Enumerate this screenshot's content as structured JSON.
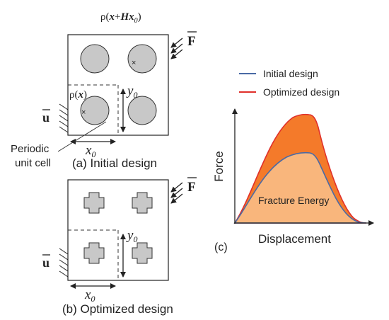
{
  "panel_a": {
    "density_top": {
      "prefix": "ρ(",
      "x": "x",
      "plus": "+",
      "H": "H",
      "x2": "x",
      "sub": "0",
      "close": ")"
    },
    "density_cell": {
      "prefix": "ρ(",
      "x": "x",
      "close": ")"
    },
    "force_label": "F",
    "disp_label": "u",
    "y0": {
      "base": "y",
      "sub": "0"
    },
    "x0": {
      "base": "x",
      "sub": "0"
    },
    "unit_cell_line1": "Periodic",
    "unit_cell_line2": "unit cell",
    "caption": "(a) Initial design"
  },
  "panel_b": {
    "force_label": "F",
    "disp_label": "u",
    "y0": {
      "base": "y",
      "sub": "0"
    },
    "x0": {
      "base": "x",
      "sub": "0"
    },
    "caption": "(b) Optimized design"
  },
  "panel_c": {
    "legend": [
      {
        "label": "Initial design",
        "color": "#4a6aa5"
      },
      {
        "label": "Optimized design",
        "color": "#e0302a"
      }
    ],
    "ylabel": "Force",
    "xlabel": "Displacement",
    "area_label": "Fracture Energy",
    "caption": "(c)",
    "colors": {
      "optimized_fill": "#f47a2a",
      "initial_fill": "#f9b67c"
    }
  },
  "colors": {
    "inclusion_fill": "#c8c8c8",
    "stroke": "#222222"
  }
}
